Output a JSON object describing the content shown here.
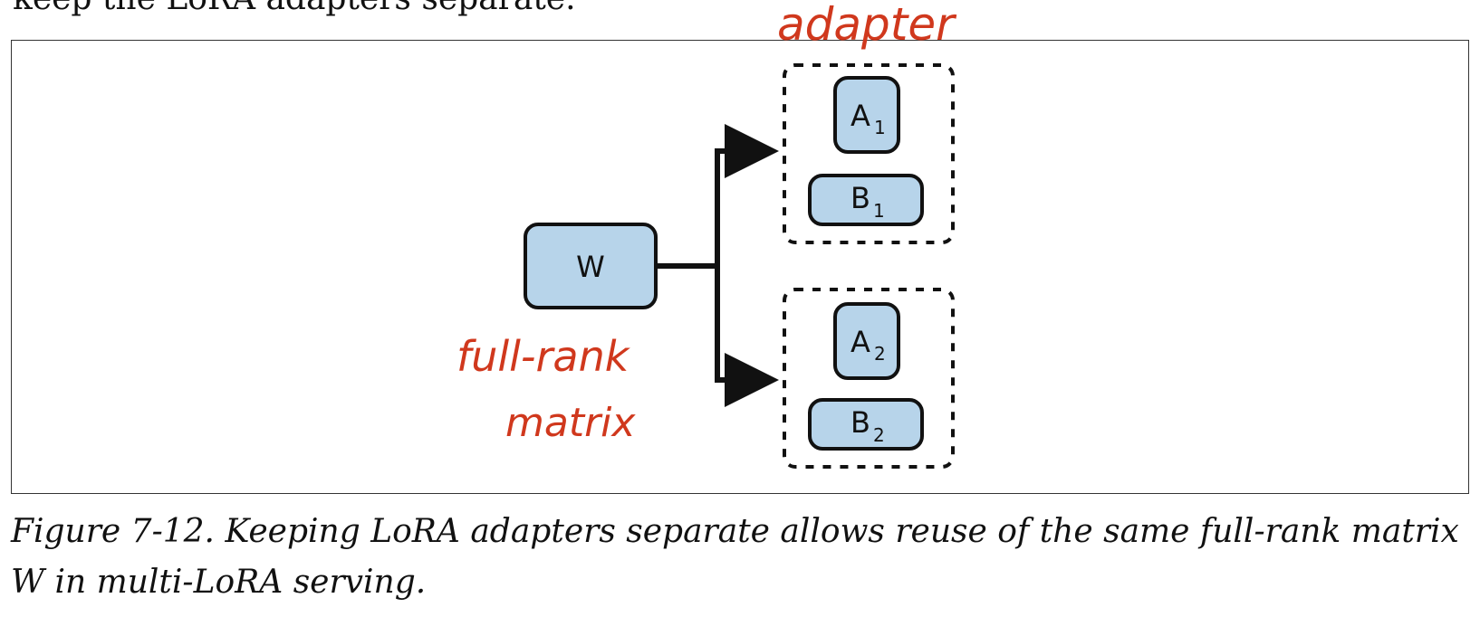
{
  "page": {
    "top_text_fragment": "keep the LoRA adapters separate."
  },
  "diagram": {
    "nodes": {
      "w": {
        "label": "W"
      },
      "a1": {
        "label": "A",
        "sub": "1"
      },
      "b1": {
        "label": "B",
        "sub": "1"
      },
      "a2": {
        "label": "A",
        "sub": "2"
      },
      "b2": {
        "label": "B",
        "sub": "2"
      }
    },
    "annotations": {
      "adapter": "adapter",
      "full_rank_line1": "full-rank",
      "full_rank_line2": "matrix"
    },
    "colors": {
      "box_fill": "#b7d4ea",
      "box_stroke": "#111111",
      "annotation": "#d0381d"
    }
  },
  "caption": {
    "text": "Figure 7-12. Keeping LoRA adapters separate allows reuse of the same full-rank matrix W in multi-LoRA serving."
  }
}
